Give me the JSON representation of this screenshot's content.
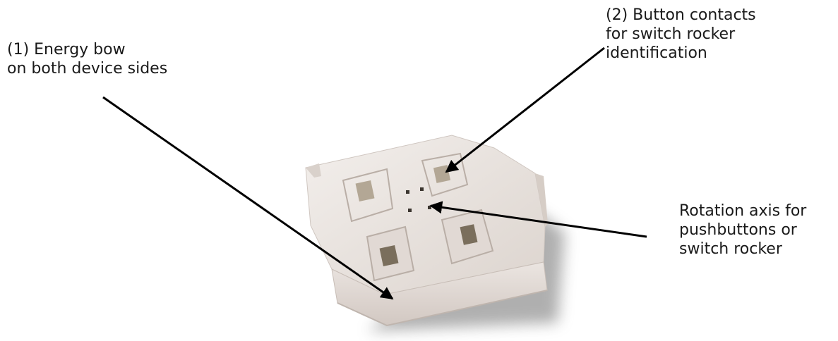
{
  "annotations": {
    "energy_bow": {
      "lines": [
        "(1) Energy bow",
        "on both device sides"
      ]
    },
    "button_contacts": {
      "lines": [
        "(2) Button contacts",
        "for switch rocker",
        "identification"
      ]
    },
    "rotation_axis": {
      "lines": [
        "Rotation axis for",
        "pushbuttons or",
        "switch rocker"
      ]
    }
  },
  "colors": {
    "module_body": "#ece6e2",
    "module_shadow": "#8a8a8a",
    "contact_dark": "#7a6e5c",
    "arrow": "#000000"
  }
}
